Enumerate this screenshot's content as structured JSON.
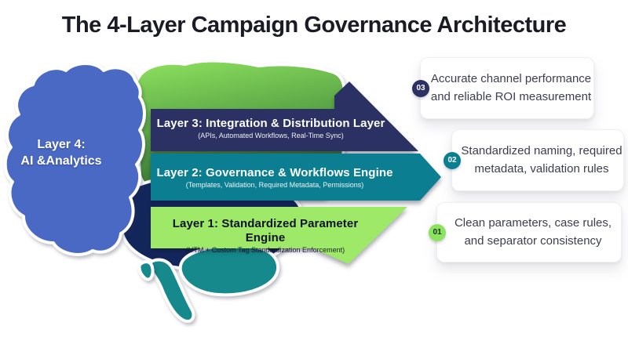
{
  "title": "The 4-Layer Campaign Governance Architecture",
  "brain": {
    "label_lines": [
      "Layer 4:",
      "AI &Analytics"
    ],
    "label_color": "#ffffff",
    "colors": {
      "frontal_blue": "#4a69c5",
      "green_top": "#8de25f",
      "green_bottom": "#2f6f31",
      "occipital_navy": "#13265c",
      "cerebellum_teal": "#15898b"
    }
  },
  "arrows": [
    {
      "title": "Layer 3: Integration & Distribution Layer",
      "subtitle": "(APIs, Automated Workflows, Real-Time Sync)",
      "fill": "#2b3162",
      "text_color": "#ffffff"
    },
    {
      "title": "Layer 2: Governance & Workflows Engine",
      "subtitle": "(Templates, Validation, Required Metadata, Permissions)",
      "fill": "#0c7e91",
      "text_color": "#ffffff"
    },
    {
      "title": "Layer 1:  Standardized Parameter Engine",
      "subtitle": "(UTM + Custom Tag Standardization Enforcement)",
      "fill": "#9ee967",
      "text_color": "#0f1228"
    }
  ],
  "cards": [
    {
      "badge": "03",
      "badge_bg": "#2b3162",
      "badge_fg": "#ffffff",
      "lines": [
        "Accurate channel performance",
        "and reliable ROI measurement"
      ]
    },
    {
      "badge": "02",
      "badge_bg": "#0c7e91",
      "badge_fg": "#ffffff",
      "lines": [
        "Standardized naming, required",
        "metadata, validation rules"
      ]
    },
    {
      "badge": "01",
      "badge_bg": "#8ce45e",
      "badge_fg": "#17301a",
      "lines": [
        "Clean parameters, case rules,",
        "and separator consistency"
      ]
    }
  ]
}
